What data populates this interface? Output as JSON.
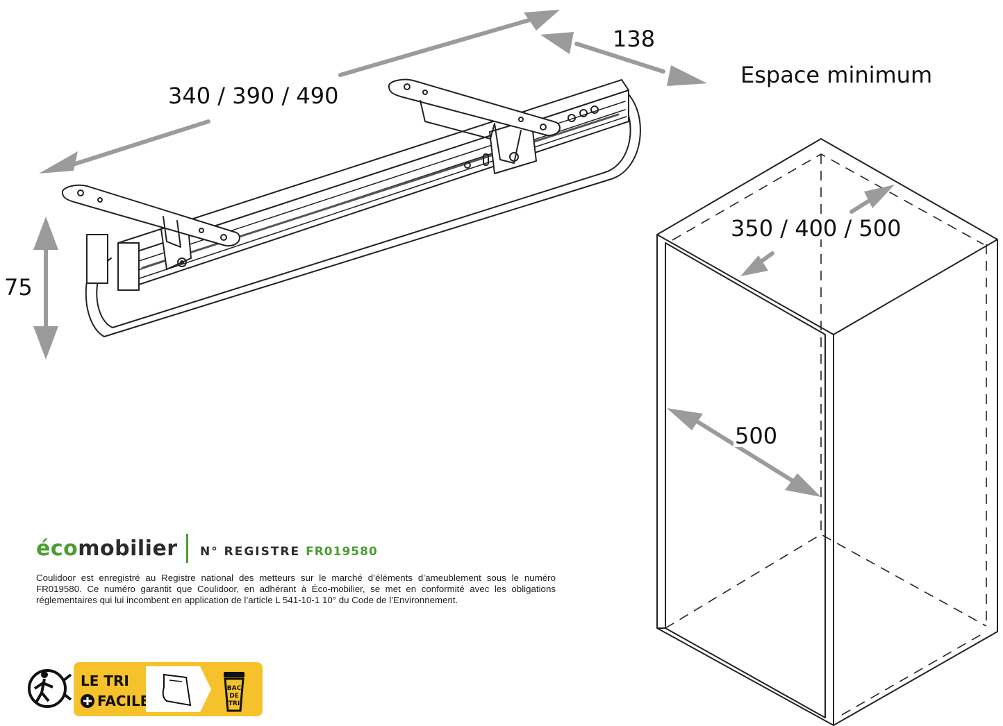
{
  "dimensions": {
    "length": "340 / 390 / 490",
    "clearance": "138",
    "clearance_label": "Espace minimum",
    "height": "75",
    "cabinet_depth": "350 / 400 / 500",
    "cabinet_width": "500"
  },
  "ecomobilier": {
    "brand_part1": "éco",
    "brand_part2": "mobilier",
    "registry_label": "N° REGISTRE",
    "registry_number": "FR019580",
    "notice": "Coulidoor est enregistré au Registre national des metteurs sur le marché d’éléments d’ameublement sous le numéro FR019580. Ce numéro garantit que Coulidoor, en adhérant à Éco-mobilier, se met en conformité avec les obligations réglementaires qui lui incombent en application de l’article L 541-10-1 10° du Code de l’Environnement."
  },
  "triman": {
    "line1": "LE TRI",
    "line2": "FACILE",
    "bin_label": "BAC DE TRI",
    "icon": "triman-icon",
    "badge_color": "#f6c22b"
  },
  "colors": {
    "arrow": "#9b9b9b",
    "eco_green": "#4a9e2f"
  }
}
